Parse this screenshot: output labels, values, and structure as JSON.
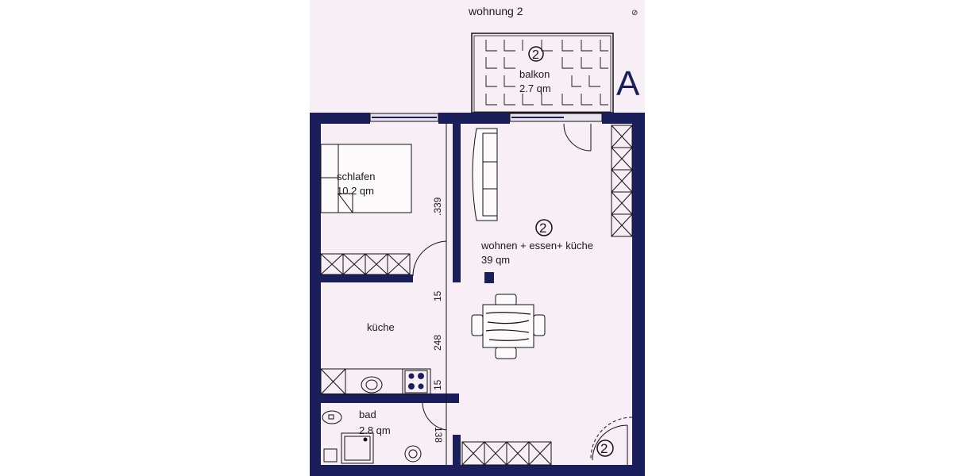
{
  "title": "wohnung 2",
  "corner_mark": "⊘",
  "section_marker": "A",
  "colors": {
    "wall": "#1a1f5c",
    "paper": "#f7eef6",
    "line": "#111111"
  },
  "rooms": {
    "balkon": {
      "name": "balkon",
      "area": "2.7 qm",
      "unit_no": "2"
    },
    "schlafen": {
      "name": "schlafen",
      "area": "10.2 qm"
    },
    "wohnen": {
      "name": "wohnen + essen+ küche",
      "area": "39 qm",
      "unit_no": "2"
    },
    "kueche": {
      "name": "küche"
    },
    "bad": {
      "name": "bad",
      "area": "2.8 qm"
    },
    "entry": {
      "unit_no": "2"
    }
  },
  "dimensions": {
    "d1": ".339",
    "d2": "15",
    "d3": "248",
    "d4": "15",
    "d5": "138"
  }
}
